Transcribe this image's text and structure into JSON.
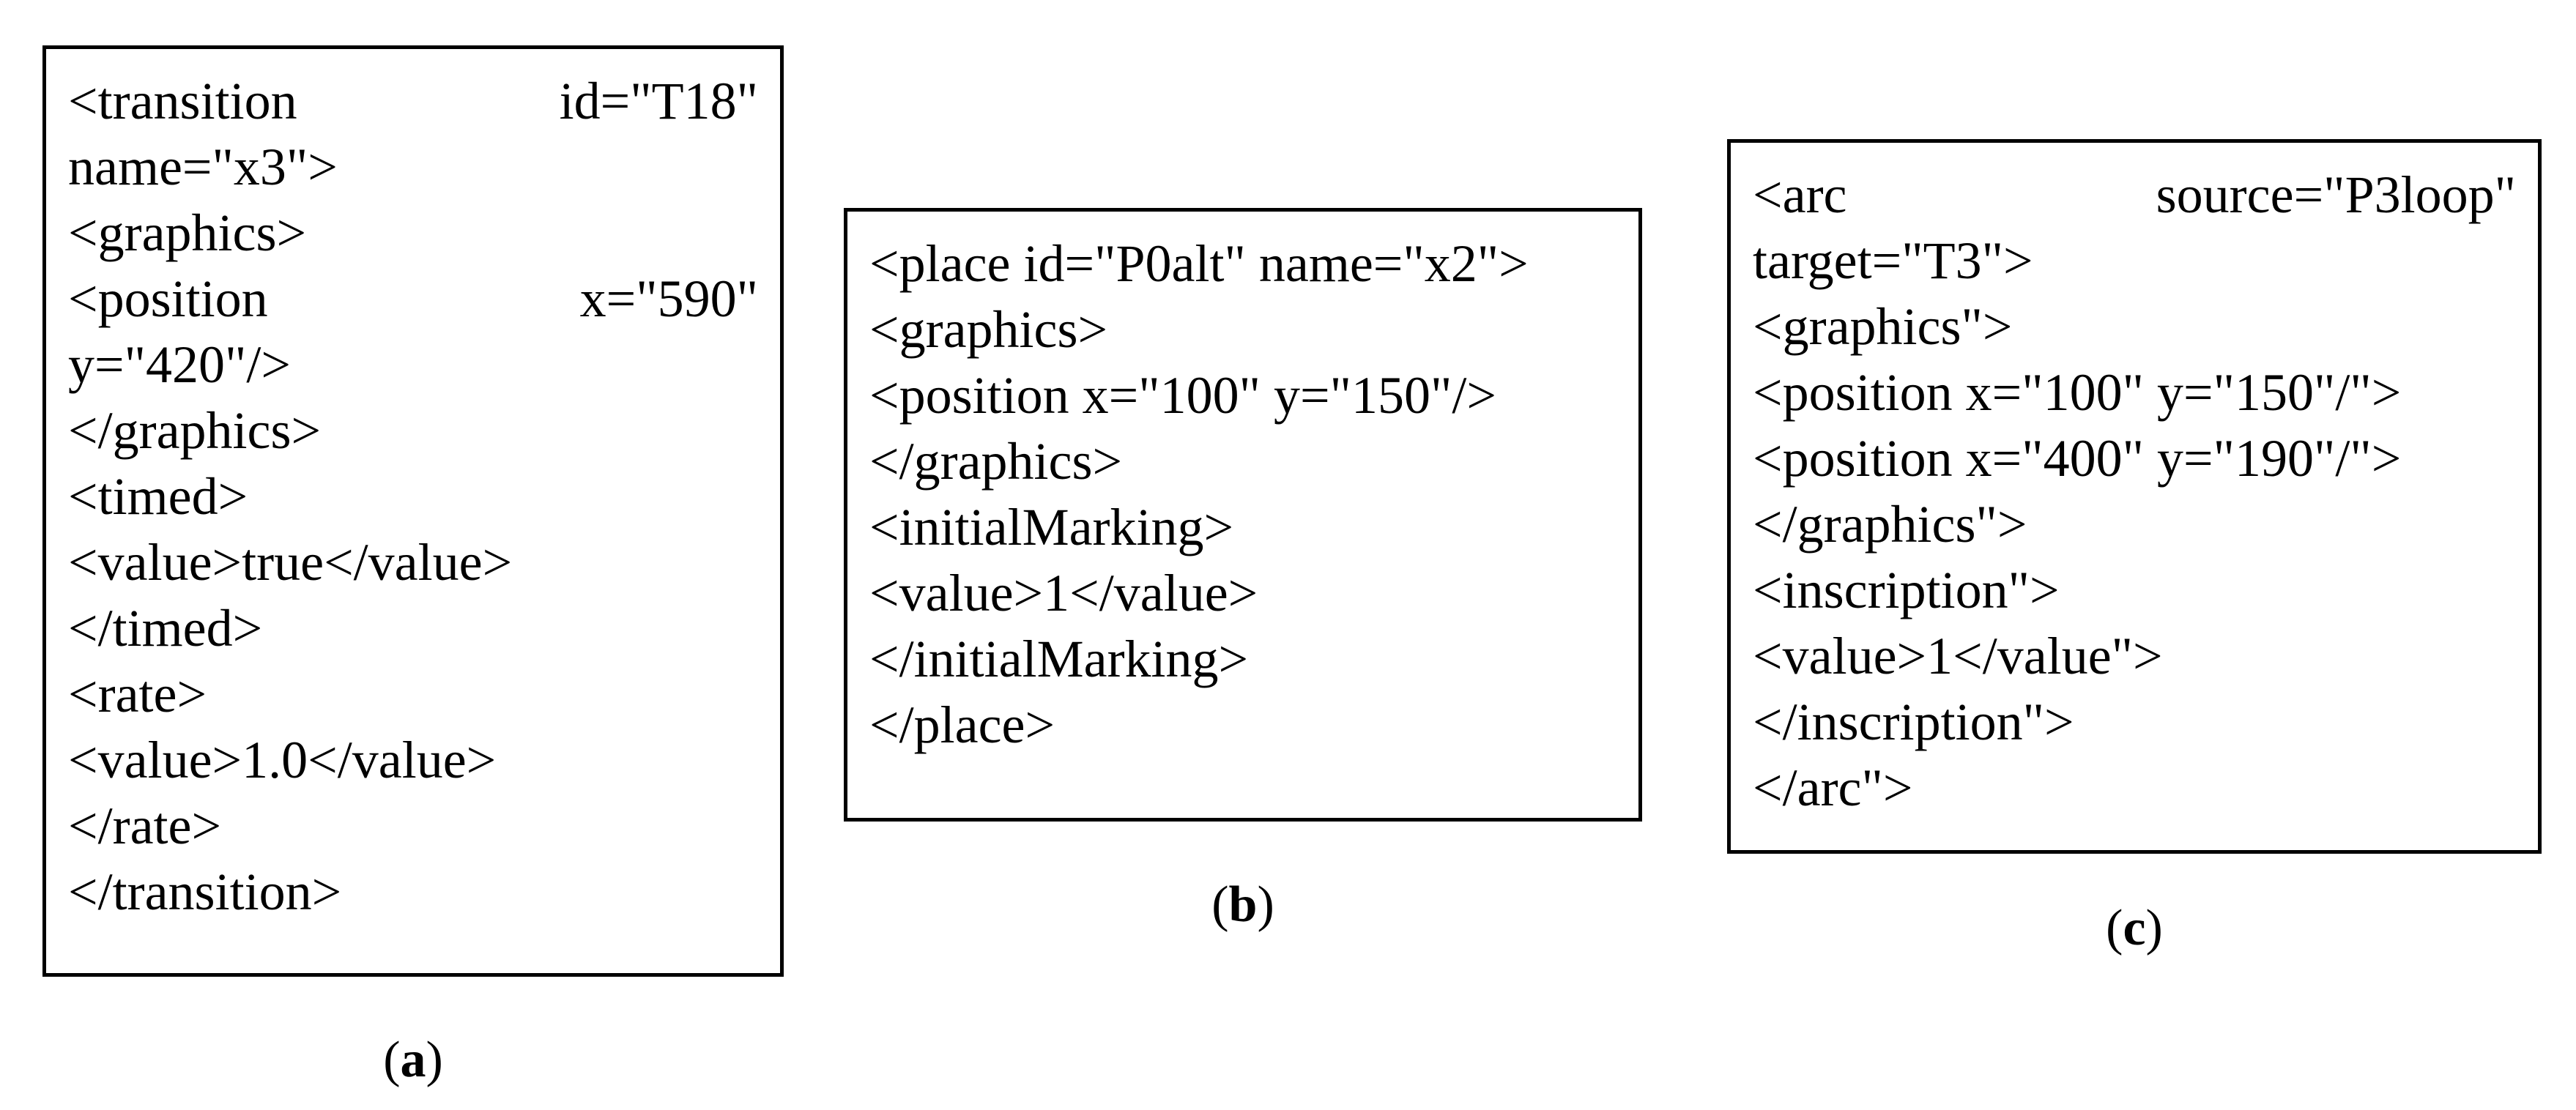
{
  "colors": {
    "background": "#ffffff",
    "text": "#000000",
    "box_border": "#000000"
  },
  "panels": [
    {
      "id": "a",
      "label": {
        "open": "(",
        "letter": "a",
        "close": ")"
      },
      "lines": [
        {
          "left": "<transition",
          "right": "id=\"T18\""
        },
        {
          "text": "name=\"x3\">"
        },
        {
          "text": "<graphics>"
        },
        {
          "left": "<position",
          "right": "x=\"590\""
        },
        {
          "text": "y=\"420\"/>"
        },
        {
          "text": "</graphics>"
        },
        {
          "text": "<timed>"
        },
        {
          "text": "<value>true</value>"
        },
        {
          "text": "</timed>"
        },
        {
          "text": "<rate>"
        },
        {
          "text": "<value>1.0</value>"
        },
        {
          "text": "</rate>"
        },
        {
          "text": "</transition>"
        }
      ]
    },
    {
      "id": "b",
      "label": {
        "open": "(",
        "letter": "b",
        "close": ")"
      },
      "lines": [
        {
          "text": "<place id=\"P0alt\" name=\"x2\">"
        },
        {
          "text": "<graphics>"
        },
        {
          "text": "<position x=\"100\" y=\"150\"/>"
        },
        {
          "text": "</graphics>"
        },
        {
          "text": "<initialMarking>"
        },
        {
          "text": "<value>1</value>"
        },
        {
          "text": "</initialMarking>"
        },
        {
          "text": "</place>"
        }
      ]
    },
    {
      "id": "c",
      "label": {
        "open": "(",
        "letter": "c",
        "close": ")"
      },
      "lines": [
        {
          "left": "<arc",
          "right": "source=\"P3loop\""
        },
        {
          "text": "target=\"T3\">"
        },
        {
          "text": "<graphics\">"
        },
        {
          "text": "<position x=\"100\" y=\"150\"/\">"
        },
        {
          "text": "<position x=\"400\" y=\"190\"/\">"
        },
        {
          "text": "</graphics\">"
        },
        {
          "text": "<inscription\">"
        },
        {
          "text": "<value>1</value\">"
        },
        {
          "text": "</inscription\">"
        },
        {
          "text": "</arc\">"
        }
      ]
    }
  ]
}
